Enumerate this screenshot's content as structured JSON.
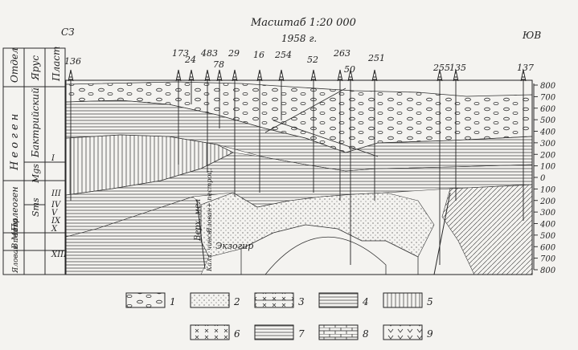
{
  "header": {
    "scale": "Масштаб 1:20 000",
    "year": "1958 г.",
    "left_dir": "СЗ",
    "right_dir": "ЮВ"
  },
  "columns": {
    "otdel": "Отдел",
    "yarus": "Ярус",
    "plast": "Пласт",
    "neogen": "Н е о г е н",
    "baktriyskiy": "Бактрийский",
    "paleogen": "Палеоген",
    "v_mel": "В.Мел.",
    "yalovach": "Ялован пестр.",
    "mgs": "Mgs",
    "sms": "Sms"
  },
  "plasts": [
    "I",
    "III",
    "IV",
    "V",
    "IX",
    "X",
    "XIII"
  ],
  "depth_ticks": [
    "800",
    "700",
    "600",
    "500",
    "400",
    "300",
    "200",
    "100",
    "0",
    "100",
    "200",
    "300",
    "400",
    "500",
    "600",
    "700",
    "800"
  ],
  "wells": [
    {
      "id": "136"
    },
    {
      "id": "173"
    },
    {
      "id": "24"
    },
    {
      "id": "483"
    },
    {
      "id": "78"
    },
    {
      "id": "29"
    },
    {
      "id": "16"
    },
    {
      "id": "254"
    },
    {
      "id": "52"
    },
    {
      "id": "263"
    },
    {
      "id": "50"
    },
    {
      "id": "251"
    },
    {
      "id": "255"
    },
    {
      "id": "135"
    },
    {
      "id": "137"
    }
  ],
  "inner_labels": {
    "verkh_mel": "Верх. мел",
    "yalovach_pestrots": "Ялован+ пестроц.",
    "kalla_chinse": "Калл. чинсе.",
    "ekzogir": "Экзогир"
  },
  "legend": [
    "1",
    "2",
    "3",
    "4",
    "5",
    "6",
    "7",
    "8",
    "9"
  ]
}
